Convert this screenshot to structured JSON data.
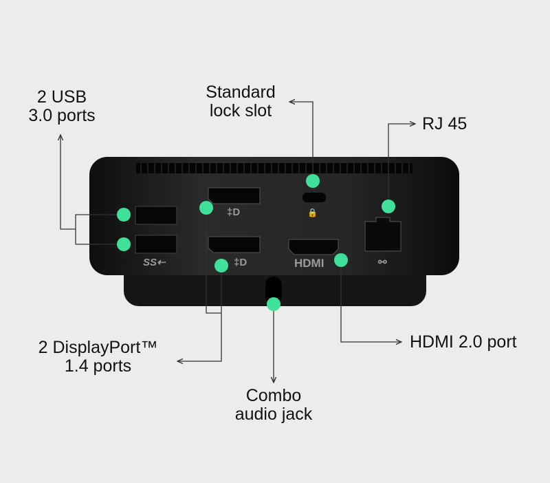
{
  "labels": {
    "usb": [
      "2 USB",
      "3.0 ports"
    ],
    "lock": [
      "Standard",
      "lock slot"
    ],
    "rj45": "RJ 45",
    "displayport": [
      "2 DisplayPort™",
      "1.4 ports"
    ],
    "hdmi": "HDMI 2.0 port",
    "audio": [
      "Combo",
      "audio jack"
    ]
  },
  "port_marks": {
    "usb": "SS⇠",
    "dp": "‡D",
    "hdmi": "HDMI",
    "lock": "🔒",
    "ethernet": "⚯"
  },
  "colors": {
    "background": "#ececec",
    "dock": "#1c1c1c",
    "callout_dot": "#3ee09a",
    "line": "#333333"
  }
}
